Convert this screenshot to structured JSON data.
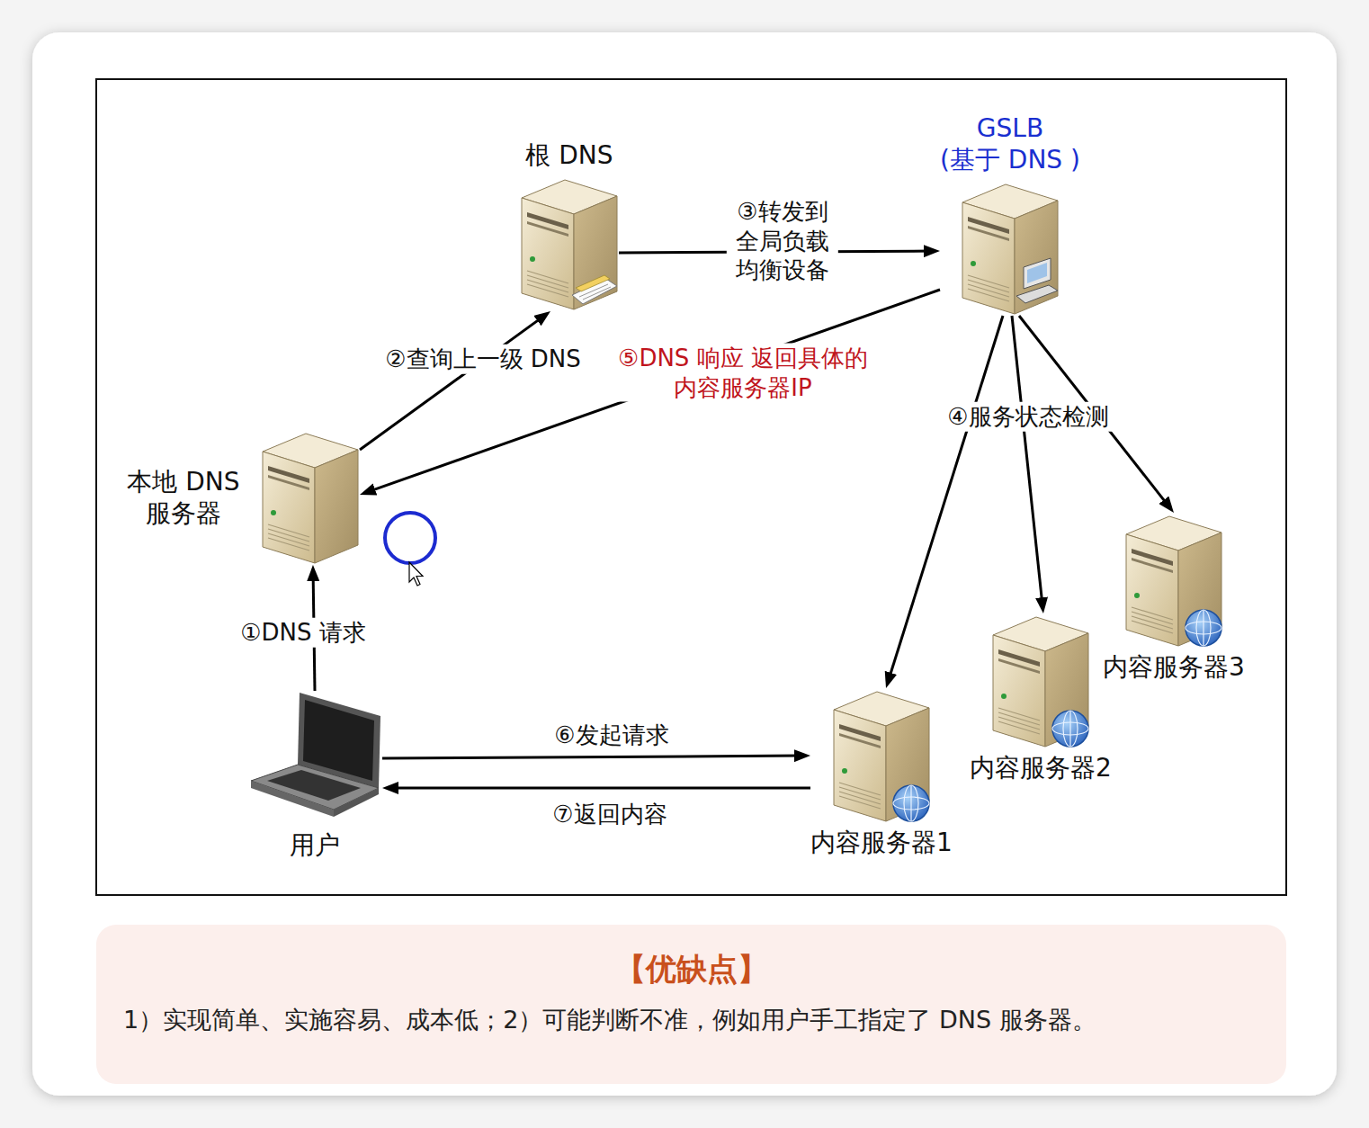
{
  "diagram": {
    "nodes": [
      {
        "text": [
          "根 DNS"
        ]
      },
      {
        "text": [
          "GSLB",
          "(基于 DNS )"
        ]
      },
      {
        "text": [
          "本地 DNS 服务器"
        ]
      },
      {
        "text": [
          "内容服务器3"
        ]
      },
      {
        "text": [
          "内容服务器2"
        ]
      },
      {
        "text": [
          "用户"
        ]
      },
      {
        "text": [
          "内容服务器1"
        ]
      },
      {
        "text": [
          "【优缺点】",
          "1）实现简单、实施容易、成本低；2）可能判断不准，例如用户手工指定了 DNS 服务器。"
        ]
      }
    ],
    "edges": [
      {
        "from": 5,
        "to": 2,
        "label": "①DNS 请求",
        "arrow": "to"
      },
      {
        "from": 2,
        "to": 0,
        "label": "②查询上一级 DNS",
        "arrow": "to"
      },
      {
        "from": 0,
        "to": 1,
        "label": "③转发到 全局负载 均衡设备",
        "arrow": "to"
      },
      {
        "from": 1,
        "to": 6,
        "arrow": "to"
      },
      {
        "from": 1,
        "to": 4,
        "label": "④服务状态检测",
        "arrow": "to"
      },
      {
        "from": 1,
        "to": 3,
        "arrow": "to"
      },
      {
        "from": 1,
        "to": 2,
        "label": "⑤DNS 响应 返回具体的内容服务器IP",
        "arrow": "to"
      },
      {
        "from": 5,
        "to": 6,
        "label": "⑥发起请求",
        "arrow": "to"
      },
      {
        "from": 6,
        "to": 5,
        "label": "⑦返回内容",
        "arrow": "to"
      }
    ]
  }
}
